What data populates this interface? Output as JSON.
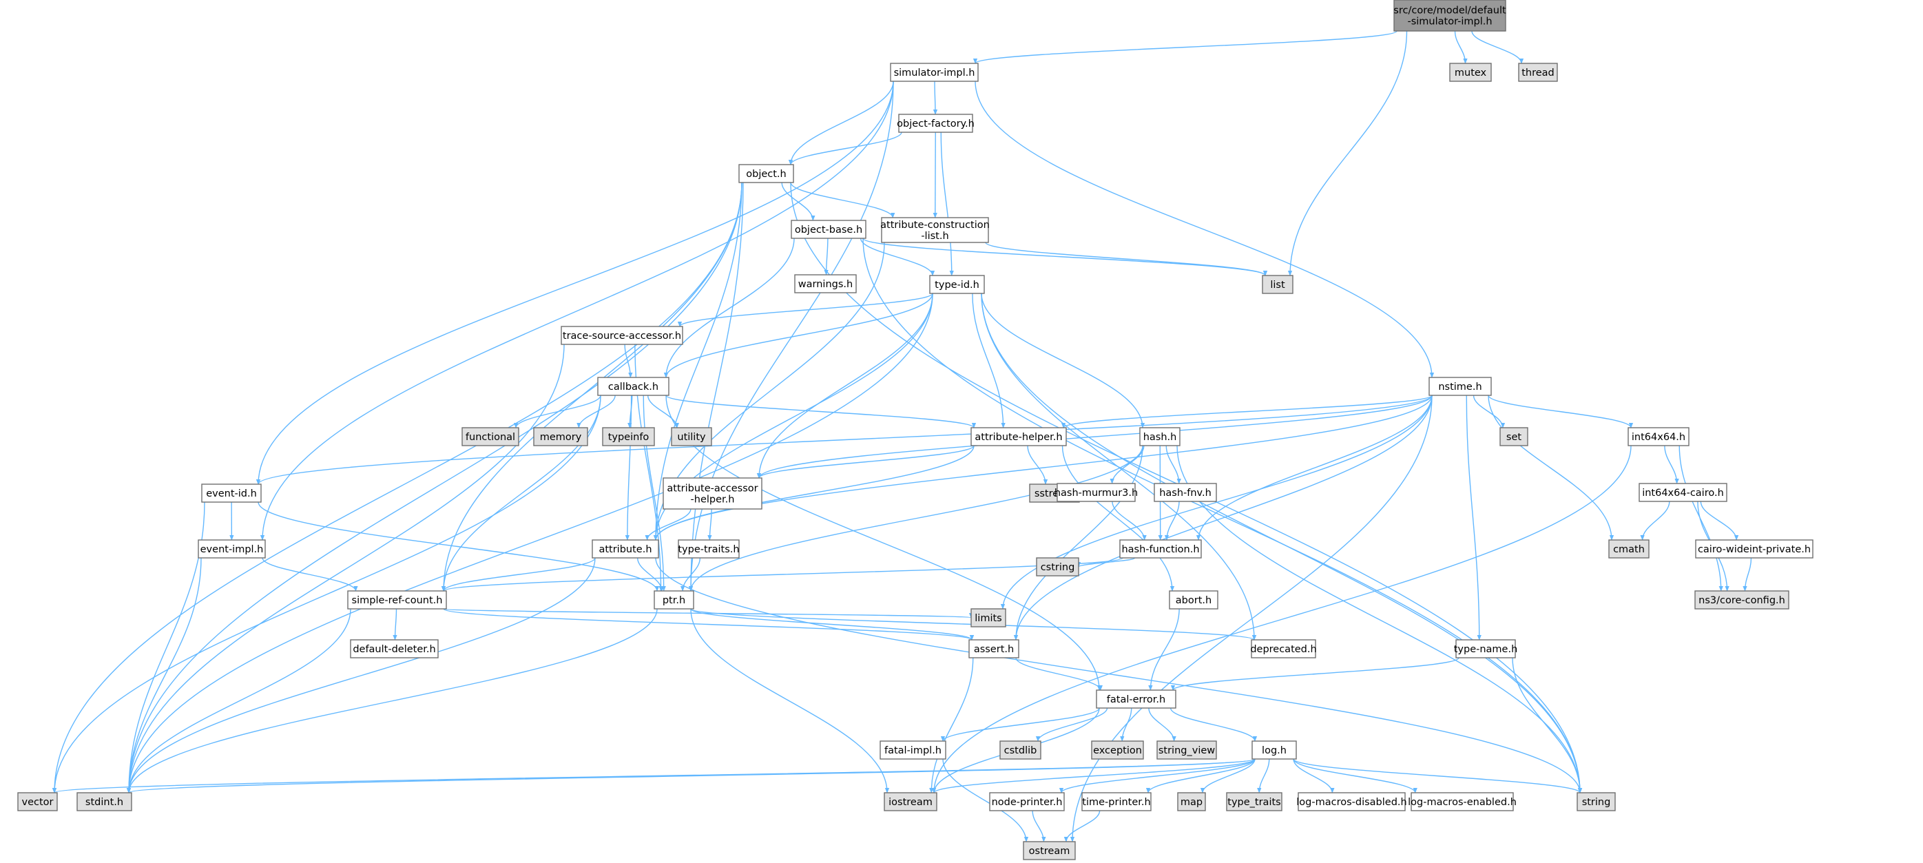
{
  "colors": {
    "root_fill": "#999999",
    "file_fill": "#ffffff",
    "external_fill": "#e0e0e0",
    "border": "#6e6e6e",
    "edge": "#63b8ff"
  },
  "nodes": [
    {
      "id": "root",
      "lines": [
        "src/core/model/default",
        "-simulator-impl.h"
      ],
      "kind": "root"
    },
    {
      "id": "simimpl",
      "lines": [
        "simulator-impl.h"
      ],
      "kind": "file"
    },
    {
      "id": "mutex",
      "lines": [
        "mutex"
      ],
      "kind": "external"
    },
    {
      "id": "thread",
      "lines": [
        "thread"
      ],
      "kind": "external"
    },
    {
      "id": "objfactory",
      "lines": [
        "object-factory.h"
      ],
      "kind": "file"
    },
    {
      "id": "object",
      "lines": [
        "object.h"
      ],
      "kind": "file"
    },
    {
      "id": "objbase",
      "lines": [
        "object-base.h"
      ],
      "kind": "file"
    },
    {
      "id": "attrcons",
      "lines": [
        "attribute-construction",
        "-list.h"
      ],
      "kind": "file"
    },
    {
      "id": "list",
      "lines": [
        "list"
      ],
      "kind": "external"
    },
    {
      "id": "warnings",
      "lines": [
        "warnings.h"
      ],
      "kind": "file"
    },
    {
      "id": "typeid",
      "lines": [
        "type-id.h"
      ],
      "kind": "file"
    },
    {
      "id": "tsa",
      "lines": [
        "trace-source-accessor.h"
      ],
      "kind": "file"
    },
    {
      "id": "callback",
      "lines": [
        "callback.h"
      ],
      "kind": "file"
    },
    {
      "id": "nstime",
      "lines": [
        "nstime.h"
      ],
      "kind": "file"
    },
    {
      "id": "functional",
      "lines": [
        "functional"
      ],
      "kind": "external"
    },
    {
      "id": "memory",
      "lines": [
        "memory"
      ],
      "kind": "external"
    },
    {
      "id": "typeinfo",
      "lines": [
        "typeinfo"
      ],
      "kind": "external"
    },
    {
      "id": "utility",
      "lines": [
        "utility"
      ],
      "kind": "external"
    },
    {
      "id": "attrhelper",
      "lines": [
        "attribute-helper.h"
      ],
      "kind": "file"
    },
    {
      "id": "hash",
      "lines": [
        "hash.h"
      ],
      "kind": "file"
    },
    {
      "id": "set",
      "lines": [
        "set"
      ],
      "kind": "external"
    },
    {
      "id": "int64",
      "lines": [
        "int64x64.h"
      ],
      "kind": "file"
    },
    {
      "id": "eventid",
      "lines": [
        "event-id.h"
      ],
      "kind": "file"
    },
    {
      "id": "attracc",
      "lines": [
        "attribute-accessor",
        "-helper.h"
      ],
      "kind": "file"
    },
    {
      "id": "sstream",
      "lines": [
        "sstream"
      ],
      "kind": "external"
    },
    {
      "id": "murmur",
      "lines": [
        "hash-murmur3.h"
      ],
      "kind": "file"
    },
    {
      "id": "fnv",
      "lines": [
        "hash-fnv.h"
      ],
      "kind": "file"
    },
    {
      "id": "cairo",
      "lines": [
        "int64x64-cairo.h"
      ],
      "kind": "file"
    },
    {
      "id": "eventimpl",
      "lines": [
        "event-impl.h"
      ],
      "kind": "file"
    },
    {
      "id": "attribute",
      "lines": [
        "attribute.h"
      ],
      "kind": "file"
    },
    {
      "id": "typetraits",
      "lines": [
        "type-traits.h"
      ],
      "kind": "file"
    },
    {
      "id": "hashfunc",
      "lines": [
        "hash-function.h"
      ],
      "kind": "file"
    },
    {
      "id": "cmath",
      "lines": [
        "cmath"
      ],
      "kind": "external"
    },
    {
      "id": "cairowide",
      "lines": [
        "cairo-wideint-private.h"
      ],
      "kind": "file"
    },
    {
      "id": "simpleref",
      "lines": [
        "simple-ref-count.h"
      ],
      "kind": "file"
    },
    {
      "id": "ptr",
      "lines": [
        "ptr.h"
      ],
      "kind": "file"
    },
    {
      "id": "cstring",
      "lines": [
        "cstring"
      ],
      "kind": "external"
    },
    {
      "id": "abort",
      "lines": [
        "abort.h"
      ],
      "kind": "file"
    },
    {
      "id": "nscfg",
      "lines": [
        "ns3/core-config.h"
      ],
      "kind": "external"
    },
    {
      "id": "limits",
      "lines": [
        "limits"
      ],
      "kind": "external"
    },
    {
      "id": "deprecated",
      "lines": [
        "deprecated.h"
      ],
      "kind": "file"
    },
    {
      "id": "defdeleter",
      "lines": [
        "default-deleter.h"
      ],
      "kind": "file"
    },
    {
      "id": "assert",
      "lines": [
        "assert.h"
      ],
      "kind": "file"
    },
    {
      "id": "typename",
      "lines": [
        "type-name.h"
      ],
      "kind": "file"
    },
    {
      "id": "fatalerror",
      "lines": [
        "fatal-error.h"
      ],
      "kind": "file"
    },
    {
      "id": "fatalimpl",
      "lines": [
        "fatal-impl.h"
      ],
      "kind": "file"
    },
    {
      "id": "cstdlib",
      "lines": [
        "cstdlib"
      ],
      "kind": "external"
    },
    {
      "id": "exception",
      "lines": [
        "exception"
      ],
      "kind": "external"
    },
    {
      "id": "stringview",
      "lines": [
        "string_view"
      ],
      "kind": "external"
    },
    {
      "id": "log",
      "lines": [
        "log.h"
      ],
      "kind": "file"
    },
    {
      "id": "vector",
      "lines": [
        "vector"
      ],
      "kind": "external"
    },
    {
      "id": "stdint",
      "lines": [
        "stdint.h"
      ],
      "kind": "external"
    },
    {
      "id": "iostream",
      "lines": [
        "iostream"
      ],
      "kind": "external"
    },
    {
      "id": "nodeprinter",
      "lines": [
        "node-printer.h"
      ],
      "kind": "file"
    },
    {
      "id": "timeprinter",
      "lines": [
        "time-printer.h"
      ],
      "kind": "file"
    },
    {
      "id": "map",
      "lines": [
        "map"
      ],
      "kind": "external"
    },
    {
      "id": "typetraitsx",
      "lines": [
        "type_traits"
      ],
      "kind": "external"
    },
    {
      "id": "logdis",
      "lines": [
        "log-macros-disabled.h"
      ],
      "kind": "file"
    },
    {
      "id": "logen",
      "lines": [
        "log-macros-enabled.h"
      ],
      "kind": "file"
    },
    {
      "id": "string",
      "lines": [
        "string"
      ],
      "kind": "external"
    },
    {
      "id": "ostream",
      "lines": [
        "ostream"
      ],
      "kind": "external"
    }
  ],
  "edges": [
    [
      "root",
      "simimpl"
    ],
    [
      "root",
      "mutex"
    ],
    [
      "root",
      "thread"
    ],
    [
      "root",
      "list"
    ],
    [
      "simimpl",
      "objfactory"
    ],
    [
      "simimpl",
      "object"
    ],
    [
      "simimpl",
      "eventid"
    ],
    [
      "simimpl",
      "eventimpl"
    ],
    [
      "simimpl",
      "ptr"
    ],
    [
      "simimpl",
      "nstime"
    ],
    [
      "objfactory",
      "object"
    ],
    [
      "objfactory",
      "attrcons"
    ],
    [
      "objfactory",
      "typeid"
    ],
    [
      "object",
      "objbase"
    ],
    [
      "object",
      "attrcons"
    ],
    [
      "object",
      "attribute"
    ],
    [
      "object",
      "ptr"
    ],
    [
      "object",
      "simpleref"
    ],
    [
      "object",
      "vector"
    ],
    [
      "object",
      "stdint"
    ],
    [
      "object",
      "string"
    ],
    [
      "objbase",
      "warnings"
    ],
    [
      "objbase",
      "typeid"
    ],
    [
      "objbase",
      "callback"
    ],
    [
      "objbase",
      "list"
    ],
    [
      "objbase",
      "string"
    ],
    [
      "attrcons",
      "list"
    ],
    [
      "attrcons",
      "attribute"
    ],
    [
      "typeid",
      "tsa"
    ],
    [
      "typeid",
      "callback"
    ],
    [
      "typeid",
      "attrhelper"
    ],
    [
      "typeid",
      "hash"
    ],
    [
      "typeid",
      "attracc"
    ],
    [
      "typeid",
      "attribute"
    ],
    [
      "typeid",
      "deprecated"
    ],
    [
      "typeid",
      "stdint"
    ],
    [
      "typeid",
      "string"
    ],
    [
      "tsa",
      "callback"
    ],
    [
      "tsa",
      "ptr"
    ],
    [
      "tsa",
      "stdint"
    ],
    [
      "callback",
      "functional"
    ],
    [
      "callback",
      "memory"
    ],
    [
      "callback",
      "typeinfo"
    ],
    [
      "callback",
      "utility"
    ],
    [
      "callback",
      "attrhelper"
    ],
    [
      "callback",
      "attribute"
    ],
    [
      "callback",
      "ptr"
    ],
    [
      "callback",
      "simpleref"
    ],
    [
      "callback",
      "fatalerror"
    ],
    [
      "callback",
      "vector"
    ],
    [
      "attrhelper",
      "attracc"
    ],
    [
      "attrhelper",
      "sstream"
    ],
    [
      "attrhelper",
      "attribute"
    ],
    [
      "attrhelper",
      "abort"
    ],
    [
      "nstime",
      "assert"
    ],
    [
      "nstime",
      "attrhelper"
    ],
    [
      "nstime",
      "attribute"
    ],
    [
      "nstime",
      "eventid"
    ],
    [
      "nstime",
      "int64"
    ],
    [
      "nstime",
      "typename"
    ],
    [
      "nstime",
      "set"
    ],
    [
      "nstime",
      "cmath"
    ],
    [
      "nstime",
      "limits"
    ],
    [
      "nstime",
      "ostream"
    ],
    [
      "nstime",
      "hashfunc"
    ],
    [
      "nstime",
      "attracc"
    ],
    [
      "hash",
      "murmur"
    ],
    [
      "hash",
      "fnv"
    ],
    [
      "hash",
      "hashfunc"
    ],
    [
      "hash",
      "assert"
    ],
    [
      "hash",
      "ptr"
    ],
    [
      "hash",
      "string"
    ],
    [
      "murmur",
      "hashfunc"
    ],
    [
      "fnv",
      "hashfunc"
    ],
    [
      "hashfunc",
      "cstring"
    ],
    [
      "hashfunc",
      "simpleref"
    ],
    [
      "int64",
      "cairo"
    ],
    [
      "int64",
      "nscfg"
    ],
    [
      "int64",
      "iostream"
    ],
    [
      "cairo",
      "cairowide"
    ],
    [
      "cairo",
      "cmath"
    ],
    [
      "cairo",
      "nscfg"
    ],
    [
      "cairowide",
      "nscfg"
    ],
    [
      "eventid",
      "eventimpl"
    ],
    [
      "eventid",
      "ptr"
    ],
    [
      "eventid",
      "stdint"
    ],
    [
      "eventimpl",
      "simpleref"
    ],
    [
      "eventimpl",
      "stdint"
    ],
    [
      "attracc",
      "attribute"
    ],
    [
      "attracc",
      "typetraits"
    ],
    [
      "typetraits",
      "ptr"
    ],
    [
      "attribute",
      "ptr"
    ],
    [
      "attribute",
      "simpleref"
    ],
    [
      "attribute",
      "string"
    ],
    [
      "attribute",
      "stdint"
    ],
    [
      "simpleref",
      "defdeleter"
    ],
    [
      "simpleref",
      "assert"
    ],
    [
      "simpleref",
      "stdint"
    ],
    [
      "simpleref",
      "limits"
    ],
    [
      "ptr",
      "assert"
    ],
    [
      "ptr",
      "deprecated"
    ],
    [
      "ptr",
      "iostream"
    ],
    [
      "ptr",
      "stdint"
    ],
    [
      "abort",
      "fatalerror"
    ],
    [
      "assert",
      "fatalerror"
    ],
    [
      "assert",
      "iostream"
    ],
    [
      "typename",
      "fatalerror"
    ],
    [
      "typename",
      "string"
    ],
    [
      "fatalerror",
      "fatalimpl"
    ],
    [
      "fatalerror",
      "cstdlib"
    ],
    [
      "fatalerror",
      "exception"
    ],
    [
      "fatalerror",
      "stringview"
    ],
    [
      "fatalerror",
      "log"
    ],
    [
      "fatalerror",
      "iostream"
    ],
    [
      "fatalimpl",
      "ostream"
    ],
    [
      "log",
      "vector"
    ],
    [
      "log",
      "stdint"
    ],
    [
      "log",
      "iostream"
    ],
    [
      "log",
      "nodeprinter"
    ],
    [
      "log",
      "timeprinter"
    ],
    [
      "log",
      "map"
    ],
    [
      "log",
      "typetraitsx"
    ],
    [
      "log",
      "logdis"
    ],
    [
      "log",
      "logen"
    ],
    [
      "log",
      "string"
    ],
    [
      "nodeprinter",
      "ostream"
    ],
    [
      "timeprinter",
      "ostream"
    ]
  ]
}
